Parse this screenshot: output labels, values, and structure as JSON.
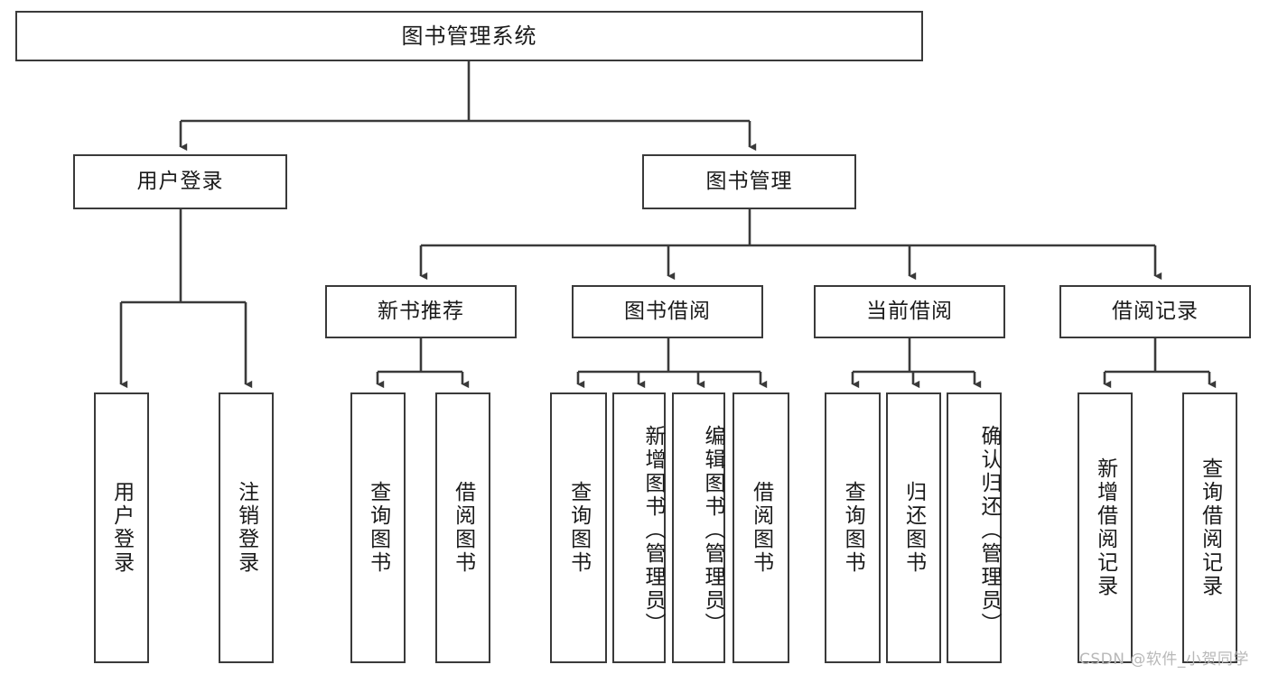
{
  "diagram": {
    "title": "图书管理系统",
    "type": "tree-hierarchy-chart",
    "root": {
      "label": "图书管理系统"
    },
    "level2": [
      {
        "label": "用户登录"
      },
      {
        "label": "图书管理"
      }
    ],
    "level3": [
      {
        "label": "新书推荐"
      },
      {
        "label": "图书借阅"
      },
      {
        "label": "当前借阅"
      },
      {
        "label": "借阅记录"
      }
    ],
    "leaves": {
      "user_login": [
        {
          "label": "用户登录"
        },
        {
          "label": "注销登录"
        }
      ],
      "new_book_recommend": [
        {
          "label": "查询图书"
        },
        {
          "label": "借阅图书"
        }
      ],
      "book_borrow": [
        {
          "label": "查询图书"
        },
        {
          "label": "新增图书（管理员）"
        },
        {
          "label": "编辑图书（管理员）"
        },
        {
          "label": "借阅图书"
        }
      ],
      "current_borrow": [
        {
          "label": "查询图书"
        },
        {
          "label": "归还图书"
        },
        {
          "label": "确认归还（管理员）"
        }
      ],
      "borrow_record": [
        {
          "label": "新增借阅记录"
        },
        {
          "label": "查询借阅记录"
        }
      ]
    }
  },
  "watermark": {
    "text": "CSDN @软件_小贺同学"
  },
  "colors": {
    "stroke": "#3a3a3a",
    "background": "#ffffff",
    "text": "#1a1a1a",
    "watermark": "#b8b8b8"
  }
}
